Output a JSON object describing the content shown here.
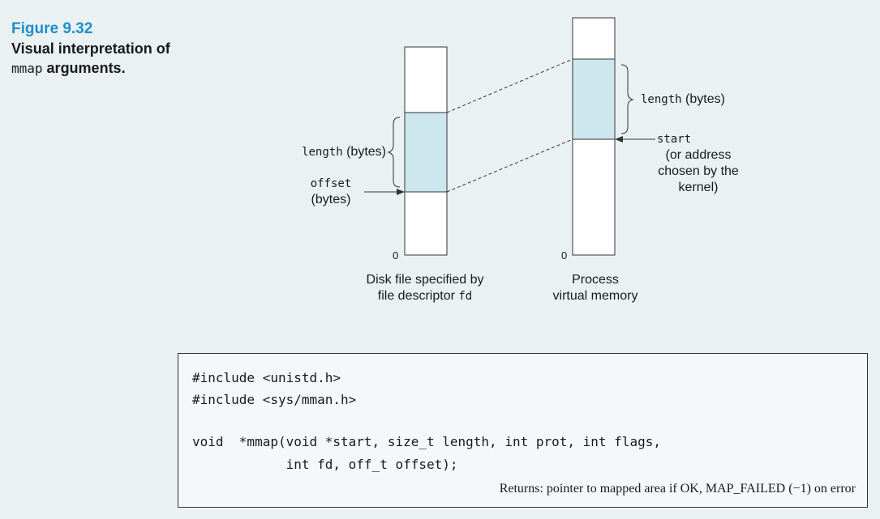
{
  "caption": {
    "figure_number": "Figure 9.32",
    "title_part1": "Visual interpretation of",
    "title_code": "mmap",
    "title_part2": "arguments."
  },
  "disk": {
    "zero": "0",
    "label_line1": "Disk file specified by",
    "label_line2_text": "file descriptor ",
    "label_line2_code": "fd",
    "length_code": "length",
    "length_text": " (bytes)",
    "offset_code": "offset",
    "offset_text": "(bytes)"
  },
  "memory": {
    "zero": "0",
    "label_line1": "Process",
    "label_line2": "virtual memory",
    "length_code": "length",
    "length_text": " (bytes)",
    "start_code": "start",
    "start_line2": "(or address",
    "start_line3": "chosen by the",
    "start_line4": "kernel)"
  },
  "colors": {
    "mapped_region": "#cde7ee",
    "accent": "#1f8fc7"
  },
  "code": {
    "line1": "#include <unistd.h>",
    "line2": "#include <sys/mman.h>",
    "line3": "void  *mmap(void *start, size_t length, int prot, int flags,",
    "line4": "            int fd, off_t offset);",
    "returns": "Returns: pointer to mapped area if OK, MAP_FAILED (−1) on error"
  }
}
